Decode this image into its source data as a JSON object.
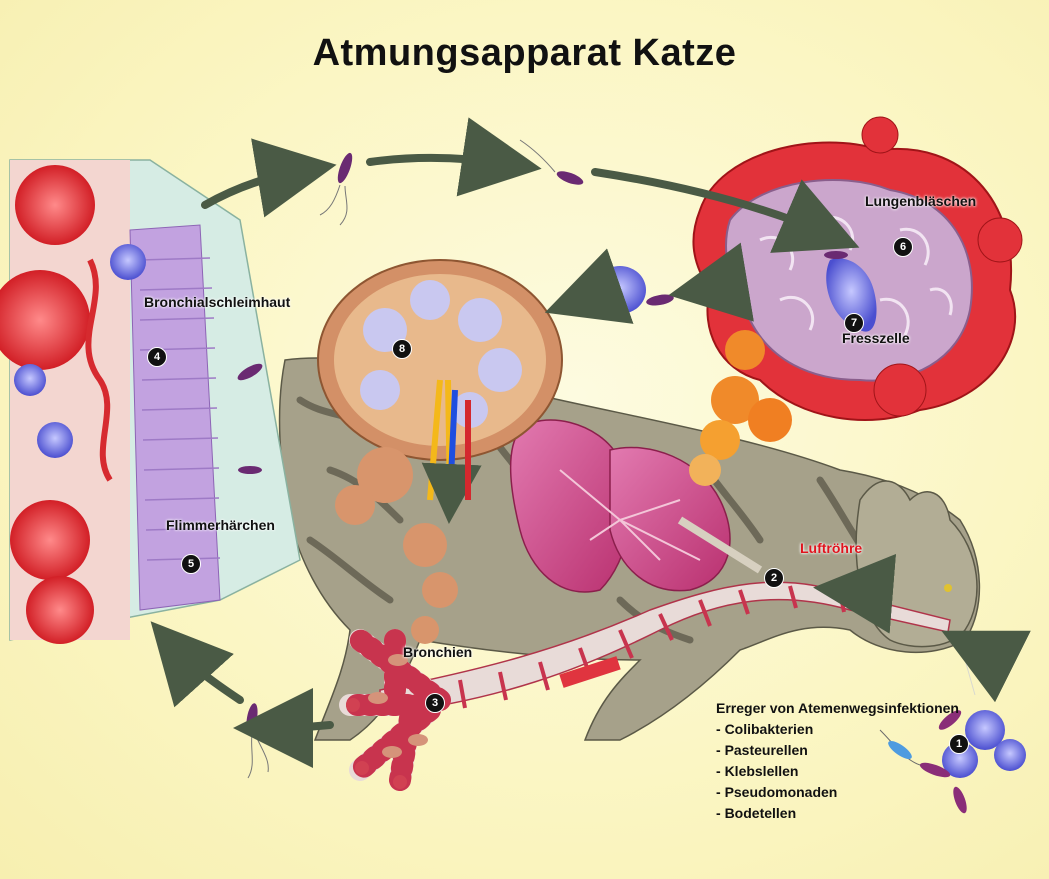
{
  "title": "Atmungsapparat Katze",
  "labels": {
    "bronchialschleimhaut": "Bronchialschleimhaut",
    "flimmerhaerchen": "Flimmerhärchen",
    "lungenblaeschen": "Lungenbläschen",
    "fresszelle": "Fresszelle",
    "luftroehre": "Luftröhre",
    "bronchien": "Bronchien"
  },
  "badges": [
    "1",
    "2",
    "3",
    "4",
    "5",
    "6",
    "7",
    "8"
  ],
  "pathogens": {
    "heading": "Erreger von Atemenwegsinfektionen",
    "items": [
      "Colibakterien",
      "Pasteurellen",
      "Klebslellen",
      "Pseudomonaden",
      "Bodetellen"
    ]
  },
  "colors": {
    "background": "#fbf6c4",
    "luftroehre_label": "#e0141e",
    "arrow": "#4a5a45",
    "tissue_red": "#d9232e",
    "cell_purple": "#b58ad8",
    "phagocyte_blue": "#5a5fd8"
  }
}
